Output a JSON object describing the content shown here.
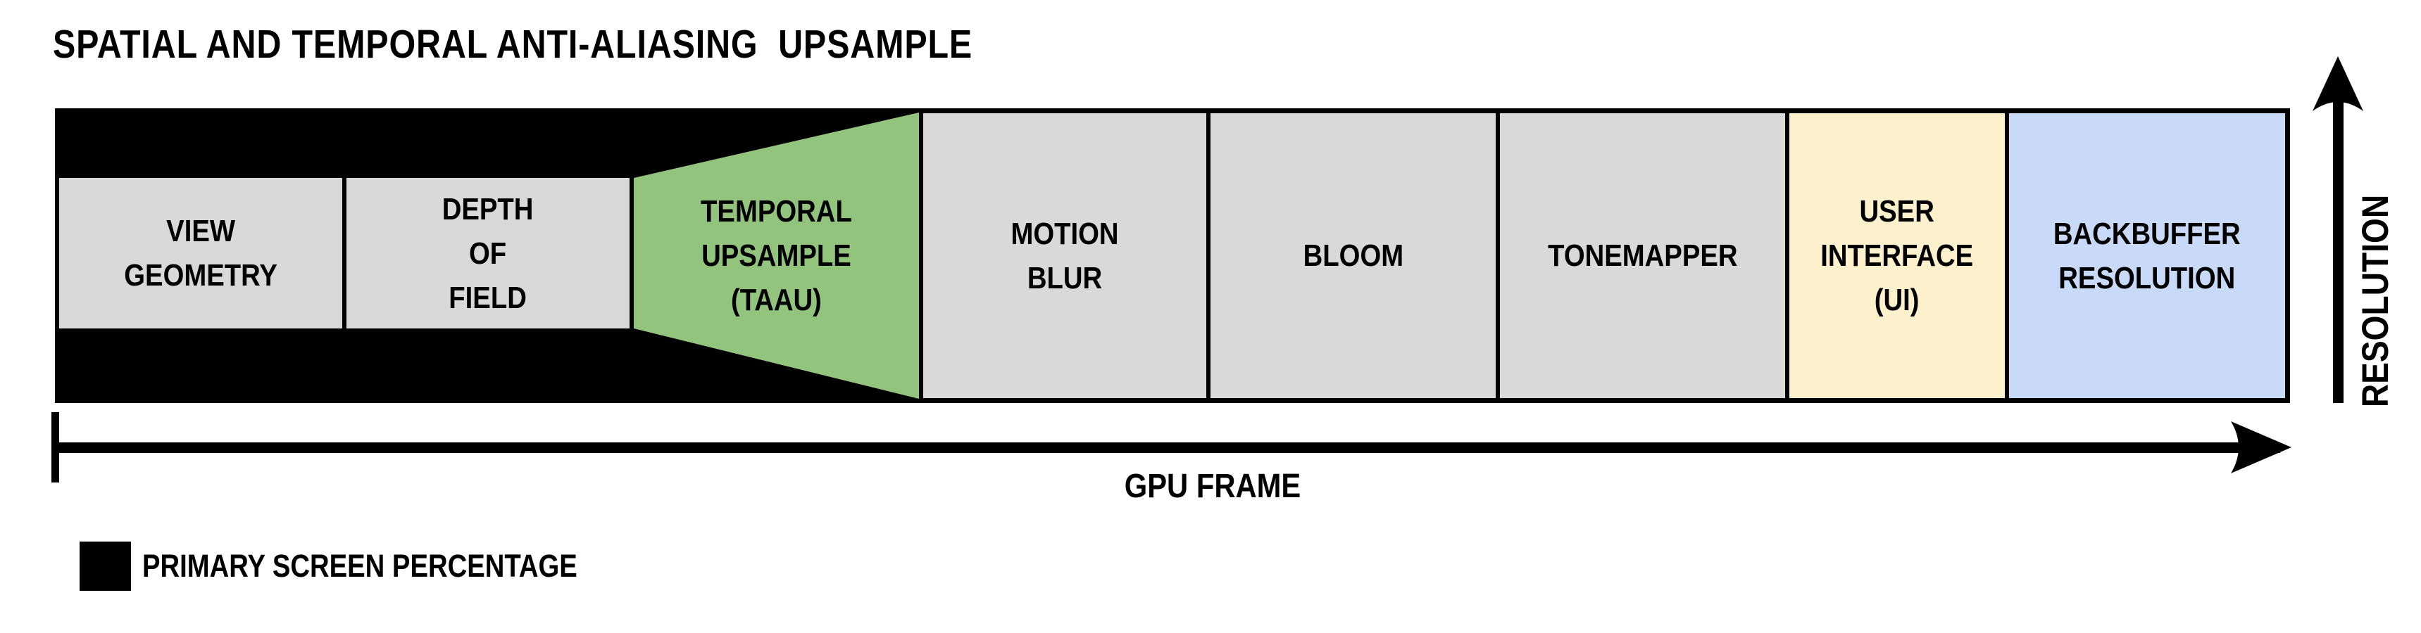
{
  "title": "SPATIAL AND TEMPORAL ANTI-ALIASING  UPSAMPLE",
  "diagram": {
    "band_color": "#000000",
    "stages": [
      {
        "name": "view-geometry",
        "label": "VIEW\nGEOMETRY",
        "color": "#d9d9d9"
      },
      {
        "name": "depth-of-field",
        "label": "DEPTH\nOF\nFIELD",
        "color": "#d9d9d9"
      },
      {
        "name": "temporal-upsample",
        "label": "TEMPORAL\nUPSAMPLE\n(TAAU)",
        "color": "#93c47d"
      },
      {
        "name": "motion-blur",
        "label": "MOTION\nBLUR",
        "color": "#d9d9d9"
      },
      {
        "name": "bloom",
        "label": "BLOOM",
        "color": "#d9d9d9"
      },
      {
        "name": "tonemapper",
        "label": "TONEMAPPER",
        "color": "#d9d9d9"
      },
      {
        "name": "user-interface",
        "label": "USER\nINTERFACE\n(UI)",
        "color": "#fdf0cc"
      },
      {
        "name": "backbuffer-resolution",
        "label": "BACKBUFFER\nRESOLUTION",
        "color": "#c9daf8"
      }
    ],
    "x_axis_label": "GPU FRAME",
    "y_axis_label": "RESOLUTION"
  },
  "legend": {
    "swatch_color": "#000000",
    "label": "PRIMARY SCREEN PERCENTAGE"
  }
}
